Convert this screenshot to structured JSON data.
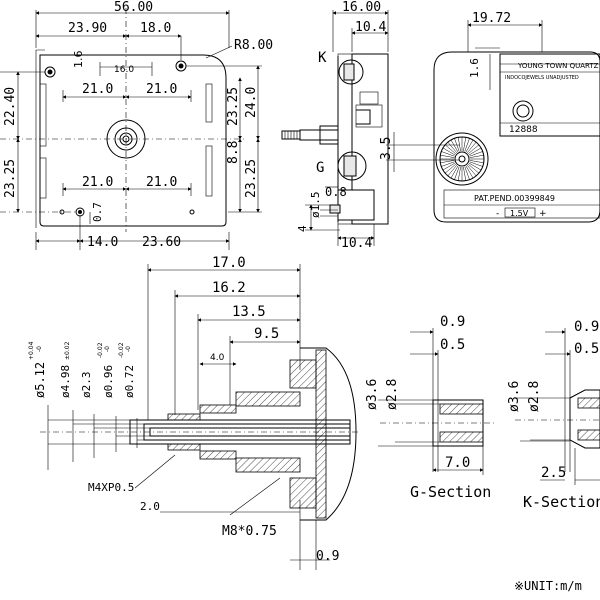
{
  "front_view": {
    "width": "56.00",
    "left_hole": "23.90",
    "right_hole": "18.0",
    "radius": "R8.00",
    "top_offset": "1.6",
    "slot": "16.0",
    "top_left_21": "21.0",
    "top_right_21": "21.0",
    "left_upper": "22.40",
    "left_lower": "23.25",
    "right_upper_a": "23.25",
    "right_upper_b": "24.0",
    "right_mid": "8.8",
    "right_lower": "23.25",
    "bottom_left_21": "21.0",
    "bottom_right_21": "21.0",
    "bottom_offset": "0.7",
    "bottom_left": "14.0",
    "bottom_right": "23.60"
  },
  "side_view": {
    "top_width": "16.00",
    "top_inner": "10.4",
    "k_label": "K",
    "g_label": "G",
    "dia_15": "ø1.5",
    "dim_08": "0.8",
    "dim_4": "4",
    "bottom_width": "10.4"
  },
  "back_view": {
    "top_offset": "19.72",
    "left_offset": "1.6",
    "brand": "YOUNG TOWN QUARTZ",
    "subtitle": "INDOCOJEWELS UNADJUSTED",
    "code": "12888",
    "gear_offset": "3.5",
    "patent": "PAT.PEND.00399849",
    "minus": "-",
    "voltage": "1.5V",
    "plus": "+"
  },
  "section_view": {
    "dim_17": "17.0",
    "dim_162": "16.2",
    "dim_135": "13.5",
    "dim_95": "9.5",
    "dim_40": "4.0",
    "dia_512": "ø5.12",
    "tol_512_top": "+0.04",
    "tol_512_bot": "-0",
    "dia_498": "ø4.98",
    "tol_498": "±0.02",
    "dia_23": "ø2.3",
    "dia_096": "ø0.96",
    "tol_096_top": "-0.02",
    "tol_096_bot": "-0",
    "dia_072": "ø0.72",
    "tol_072_top": "-0.02",
    "tol_072_bot": "-0",
    "thread": "M4XP0.5",
    "dim_20": "2.0",
    "thread_m8": "M8*0.75",
    "dim_09": "0.9"
  },
  "g_section": {
    "dim_09": "0.9",
    "dim_05": "0.5",
    "dia_36": "ø3.6",
    "dia_28": "ø2.8",
    "dim_70": "7.0",
    "label": "G-Section"
  },
  "k_section": {
    "dim_09": "0.9",
    "dim_05": "0.5",
    "dia_36": "ø3.6",
    "dia_28": "ø2.8",
    "dim_25": "2.5",
    "label": "K-Section"
  },
  "unit_note": "※UNIT:m/m"
}
